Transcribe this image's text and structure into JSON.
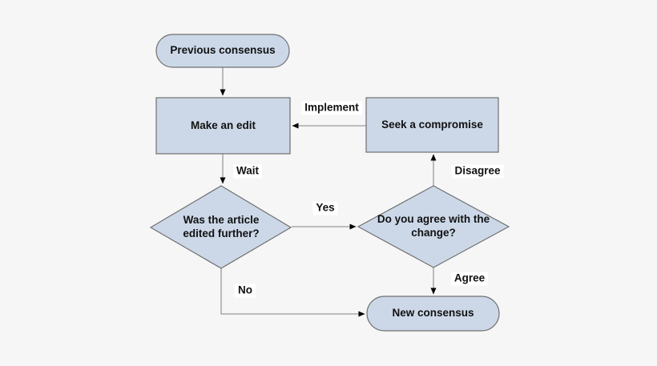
{
  "nodes": {
    "previous_consensus": {
      "label": "Previous consensus",
      "shape": "stadium"
    },
    "make_an_edit": {
      "label": "Make an edit",
      "shape": "rect"
    },
    "seek_a_compromise": {
      "label": "Seek a compromise",
      "shape": "rect"
    },
    "edited_further": {
      "label": "Was the article edited further?",
      "shape": "diamond"
    },
    "agree_with_change": {
      "label": "Do you agree with the change?",
      "shape": "diamond"
    },
    "new_consensus": {
      "label": "New consensus",
      "shape": "stadium"
    }
  },
  "edge_labels": {
    "implement": "Implement",
    "wait": "Wait",
    "disagree": "Disagree",
    "yes": "Yes",
    "agree": "Agree",
    "no": "No"
  },
  "colors": {
    "background": "#f6f6f6",
    "node_fill": "#ccd8e8",
    "node_border": "#707070",
    "connector": "#999999",
    "arrowhead": "#000000",
    "label_background": "#ffffff",
    "text": "#111111"
  }
}
